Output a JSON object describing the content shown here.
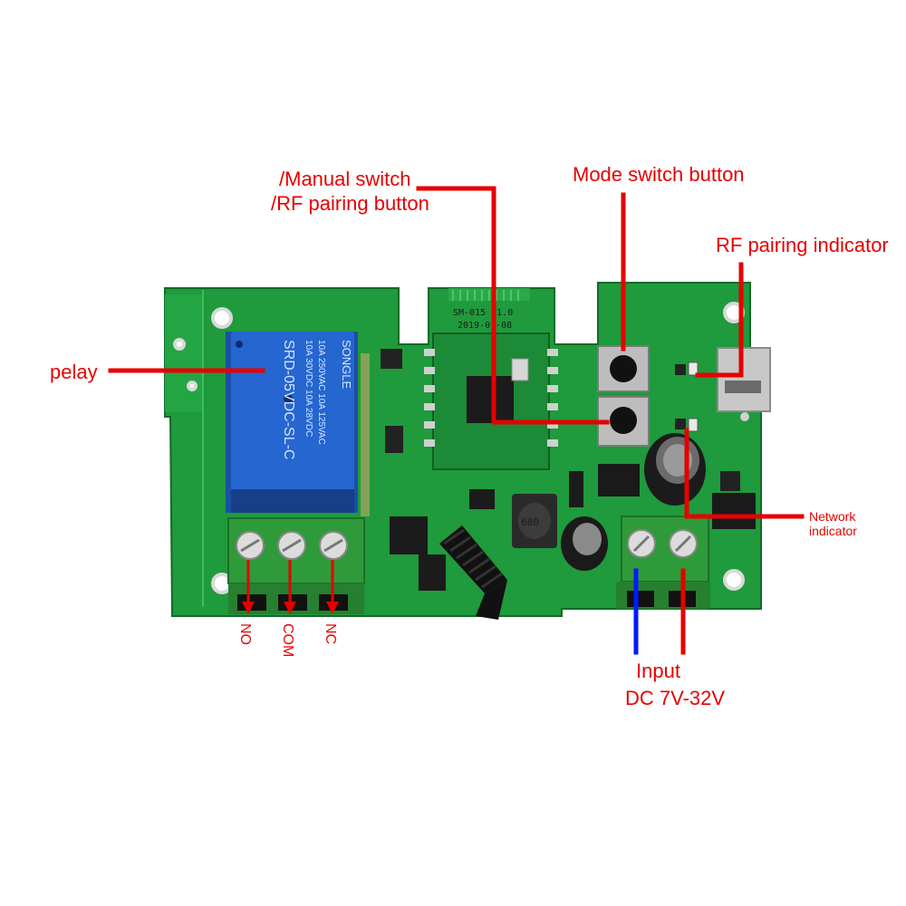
{
  "labels": {
    "relay": "pelay",
    "manual_switch_line1": "/Manual switch",
    "manual_switch_line2": "/RF pairing button",
    "mode_switch": "Mode switch button",
    "rf_indicator": "RF  pairing  indicator",
    "network_indicator_line1": "Network",
    "network_indicator_line2": "indicator",
    "input_line1": "Input",
    "input_line2": "DC 7V-32V",
    "terminal_no": "NO",
    "terminal_com": "COM",
    "terminal_nc": "NC"
  },
  "board": {
    "module_text_1": "SM-015 V1.0",
    "module_text_2": "2019-01-08",
    "relay_brand": "SONGLE",
    "relay_model": "SRD-05VDC-SL-C",
    "relay_ratings_1": "10A 250VAC 10A 125VAC",
    "relay_ratings_2": "10A 30VDC 10A 28VDC",
    "inductor_text": "680"
  },
  "colors": {
    "annotation": "#e60000",
    "input_negative": "#0019ff",
    "pcb": "#1f9a3c",
    "terminal": "#2f9a3a",
    "relay": "#1f5fc4"
  }
}
